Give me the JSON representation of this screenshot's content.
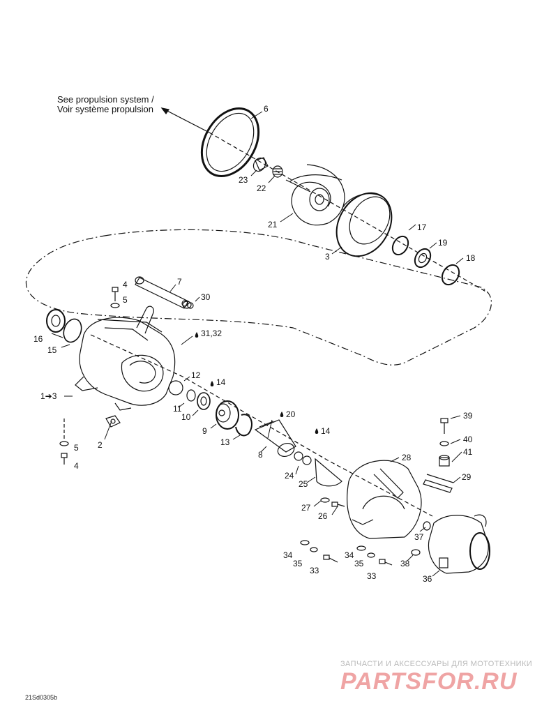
{
  "header": {
    "note_line1": "See propulsion system /",
    "note_line2": "Voir système propulsion"
  },
  "callouts": [
    {
      "id": "c6",
      "label": "6"
    },
    {
      "id": "c23",
      "label": "23"
    },
    {
      "id": "c22",
      "label": "22"
    },
    {
      "id": "c21",
      "label": "21"
    },
    {
      "id": "c3",
      "label": "3"
    },
    {
      "id": "c17",
      "label": "17"
    },
    {
      "id": "c19",
      "label": "19"
    },
    {
      "id": "c18",
      "label": "18"
    },
    {
      "id": "c7",
      "label": "7"
    },
    {
      "id": "c4a",
      "label": "4"
    },
    {
      "id": "c5a",
      "label": "5"
    },
    {
      "id": "c30",
      "label": "30"
    },
    {
      "id": "c16",
      "label": "16"
    },
    {
      "id": "c15",
      "label": "15"
    },
    {
      "id": "c3132",
      "label": "31,32"
    },
    {
      "id": "c12",
      "label": "12"
    },
    {
      "id": "c14a",
      "label": "14"
    },
    {
      "id": "c13",
      "label": "1➔3"
    },
    {
      "id": "c11",
      "label": "11"
    },
    {
      "id": "c10",
      "label": "10"
    },
    {
      "id": "c9",
      "label": "9"
    },
    {
      "id": "c20",
      "label": "20"
    },
    {
      "id": "c14b",
      "label": "14"
    },
    {
      "id": "c13b",
      "label": "13"
    },
    {
      "id": "c2",
      "label": "2"
    },
    {
      "id": "c5b",
      "label": "5"
    },
    {
      "id": "c4b",
      "label": "4"
    },
    {
      "id": "c8",
      "label": "8"
    },
    {
      "id": "c24",
      "label": "24"
    },
    {
      "id": "c25",
      "label": "25"
    },
    {
      "id": "c28",
      "label": "28"
    },
    {
      "id": "c39",
      "label": "39"
    },
    {
      "id": "c40",
      "label": "40"
    },
    {
      "id": "c41",
      "label": "41"
    },
    {
      "id": "c29",
      "label": "29"
    },
    {
      "id": "c27",
      "label": "27"
    },
    {
      "id": "c26",
      "label": "26"
    },
    {
      "id": "c37",
      "label": "37"
    },
    {
      "id": "c34a",
      "label": "34"
    },
    {
      "id": "c35a",
      "label": "35"
    },
    {
      "id": "c33a",
      "label": "33"
    },
    {
      "id": "c34b",
      "label": "34"
    },
    {
      "id": "c35b",
      "label": "35"
    },
    {
      "id": "c33b",
      "label": "33"
    },
    {
      "id": "c38",
      "label": "38"
    },
    {
      "id": "c36",
      "label": "36"
    }
  ],
  "watermark": {
    "tagline": "ЗАПЧАСТИ И АКСЕССУАРЫ ДЛЯ МОТОТЕХНИКИ",
    "logo": "PARTSFOR.RU"
  },
  "figure_code": "21Sd0305b",
  "colors": {
    "ink": "#111111",
    "watermark_red": "#e35a5a",
    "watermark_grey": "#b9b9b9"
  }
}
